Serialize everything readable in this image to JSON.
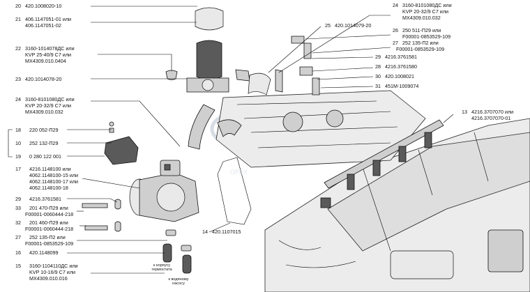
{
  "callouts": [
    {
      "id": "20",
      "num": "20",
      "lines": [
        "420.1008020-10"
      ]
    },
    {
      "id": "21",
      "num": "21",
      "lines": [
        "406.1147051-01 или",
        "406.1147051-02"
      ]
    },
    {
      "id": "22",
      "num": "22",
      "lines": [
        "3160-1014078ДС или",
        "KVP 25-40/9 C7 или",
        "MX4309.010.0404"
      ]
    },
    {
      "id": "23",
      "num": "23",
      "lines": [
        "420.1014078-20"
      ]
    },
    {
      "id": "24a",
      "num": "24",
      "lines": [
        "3160-8101080ДС или",
        "KVP 20-32/9 C7 или",
        "MX4309.010.032"
      ]
    },
    {
      "id": "18",
      "num": "18",
      "lines": [
        "220 052-П29"
      ]
    },
    {
      "id": "10",
      "num": "10",
      "lines": [
        "252 132-П29"
      ]
    },
    {
      "id": "19",
      "num": "19",
      "lines": [
        "0 280 122 001"
      ]
    },
    {
      "id": "17",
      "num": "17",
      "lines": [
        "4216.1148100 или",
        "4062.1148100-15 или",
        "4062.1148100-17 или",
        "4062.1148100-18"
      ]
    },
    {
      "id": "29a",
      "num": "29",
      "lines": [
        "4216.3761581"
      ]
    },
    {
      "id": "33",
      "num": "33",
      "lines": [
        "201 470-П29 или",
        "F00001-0060444-218"
      ]
    },
    {
      "id": "32",
      "num": "32",
      "lines": [
        "201 460-П29 или",
        "F00001-0060444-218"
      ]
    },
    {
      "id": "27a",
      "num": "27",
      "lines": [
        "252 135-П2 или",
        "F00001-0853529-109"
      ]
    },
    {
      "id": "16",
      "num": "16",
      "lines": [
        "420.1148099"
      ]
    },
    {
      "id": "15",
      "num": "15",
      "lines": [
        "3160-1104110ДС или",
        "KVP 10-16/9 C7 или",
        "MX4309.010.016"
      ]
    },
    {
      "id": "24b",
      "num": "24",
      "lines": [
        "3160-8101080ДС или",
        "KVP 20-32/9 C7 или",
        "MX4309.010.032"
      ]
    },
    {
      "id": "25",
      "num": "25",
      "lines": [
        "420.1014079-20"
      ]
    },
    {
      "id": "26",
      "num": "26",
      "lines": [
        "250 511-П29 или",
        "F00001-0853529-109"
      ]
    },
    {
      "id": "27b",
      "num": "27",
      "lines": [
        "252 135-П2 или",
        "F00001-0853529-109"
      ]
    },
    {
      "id": "29b",
      "num": "29",
      "lines": [
        "4216.3761581"
      ]
    },
    {
      "id": "28",
      "num": "28",
      "lines": [
        "4216.3761580"
      ]
    },
    {
      "id": "30",
      "num": "30",
      "lines": [
        "420.1008021"
      ]
    },
    {
      "id": "31",
      "num": "31",
      "lines": [
        "451М-1009074"
      ]
    },
    {
      "id": "13",
      "num": "13",
      "lines": [
        "4216.3707070 или",
        "4216.3707070-01"
      ]
    },
    {
      "id": "14",
      "num": "14",
      "lines": [
        "420.1107015"
      ]
    }
  ],
  "notes": [
    {
      "id": "thermostat",
      "text": "к корпусу термостата"
    },
    {
      "id": "pump",
      "text": "к водяному насосу"
    }
  ],
  "watermark": {
    "text": "OPEX"
  }
}
